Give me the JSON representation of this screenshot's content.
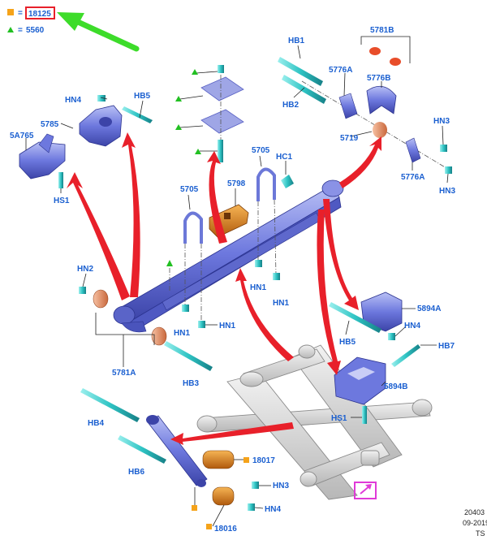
{
  "legend": {
    "square_label": "18125",
    "triangle_label": "5560",
    "equals": "=",
    "colors": {
      "square": "#f5a31a",
      "triangle": "#22c022",
      "highlight": "#e8202a",
      "arrow": "#e8202a",
      "green_arrow": "#3ddc2a",
      "label": "#1a5fd0",
      "part": "#6c78d8",
      "fastener": "#2fc4c4",
      "bushing": "#e8875a",
      "orange_part": "#e08a1e",
      "box": "#e03ad8"
    }
  },
  "labels": {
    "hb1": "HB1",
    "hb2": "HB2",
    "r5781b_top": "5781B",
    "r5776a_top": "5776A",
    "r5776b": "5776B",
    "hn3_tr": "HN3",
    "r5719": "5719",
    "r5776a_bot": "5776A",
    "hn3_tr2": "HN3",
    "hn4_tl": "HN4",
    "hb5_tl": "HB5",
    "r5785": "5785",
    "r5a765": "5A765",
    "hs1_tl": "HS1",
    "r5705_a": "5705",
    "hc1": "HC1",
    "r5798": "5798",
    "r5705_b": "5705",
    "hn1_a": "HN1",
    "hn1_b": "HN1",
    "hn1_c": "HN1",
    "hn1_d": "HN1",
    "hn2": "HN2",
    "r5781a": "5781A",
    "hb3": "HB3",
    "r5894a": "5894A",
    "hb5_r": "HB5",
    "hn4_r": "HN4",
    "hb7": "HB7",
    "r5894b": "5894B",
    "hs1_r": "HS1",
    "hb4": "HB4",
    "hb6": "HB6",
    "r18017": "18017",
    "hn3_b": "HN3",
    "r18016": "18016",
    "hn4_b": "HN4"
  },
  "footer": {
    "code": "20403",
    "date": "09-2019",
    "author": "TS"
  }
}
